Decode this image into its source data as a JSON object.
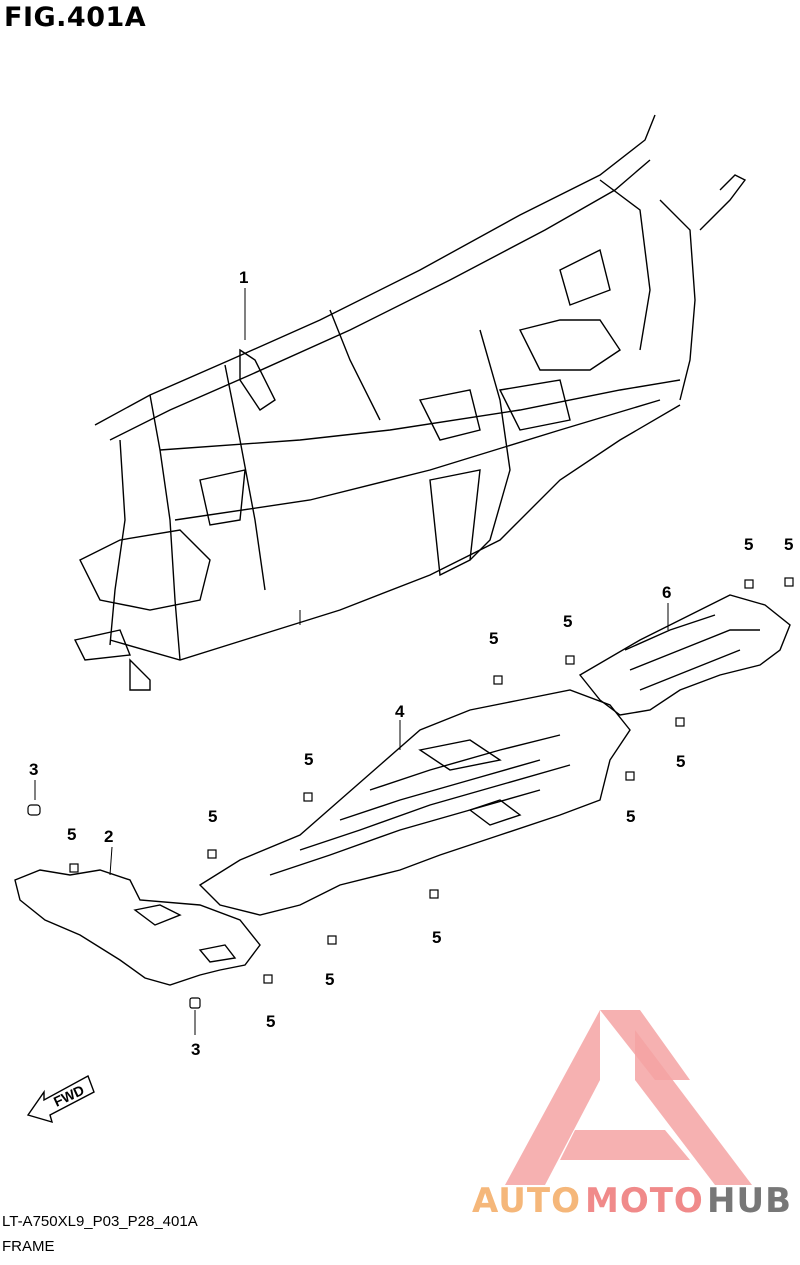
{
  "figure": {
    "title": "FIG.401A"
  },
  "footer": {
    "code": "LT-A750XL9_P03_P28_401A",
    "name": "FRAME"
  },
  "direction_arrow": {
    "label": "FWD"
  },
  "callouts": [
    {
      "id": "c1",
      "label": "1"
    },
    {
      "id": "c2",
      "label": "2"
    },
    {
      "id": "c3a",
      "label": "3"
    },
    {
      "id": "c3b",
      "label": "3"
    },
    {
      "id": "c4",
      "label": "4"
    },
    {
      "id": "c5a",
      "label": "5"
    },
    {
      "id": "c5b",
      "label": "5"
    },
    {
      "id": "c5c",
      "label": "5"
    },
    {
      "id": "c5d",
      "label": "5"
    },
    {
      "id": "c5e",
      "label": "5"
    },
    {
      "id": "c5f",
      "label": "5"
    },
    {
      "id": "c5g",
      "label": "5"
    },
    {
      "id": "c5h",
      "label": "5"
    },
    {
      "id": "c5i",
      "label": "5"
    },
    {
      "id": "c5j",
      "label": "5"
    },
    {
      "id": "c5k",
      "label": "5"
    },
    {
      "id": "c5l",
      "label": "5"
    },
    {
      "id": "c6",
      "label": "6"
    }
  ],
  "watermark": {
    "part1": "AUTO",
    "part2": "MOTO",
    "part3": "HUB",
    "colors": {
      "auto": "#f5b77a",
      "moto": "#f08a8a",
      "hub": "#777777",
      "logo": "#f09a9a"
    }
  }
}
